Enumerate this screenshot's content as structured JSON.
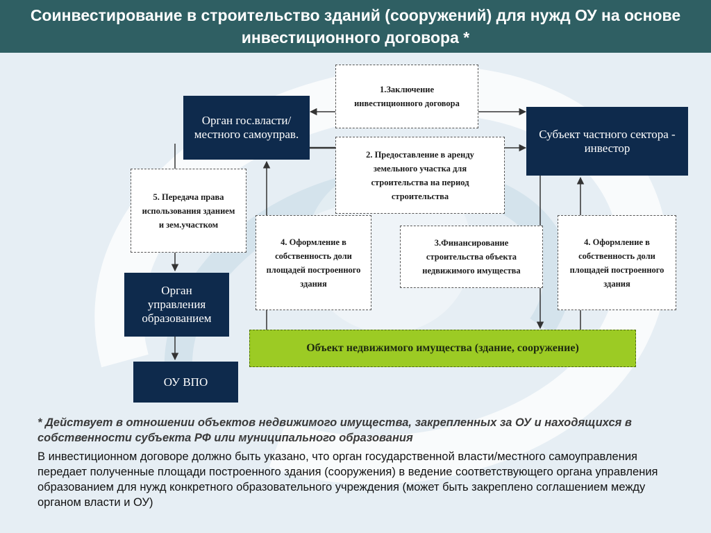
{
  "title": "Соинвестирование в строительство зданий (сооружений) для нужд ОУ на основе инвестиционного договора *",
  "nodes": {
    "organ_vlasti": "Орган гос.власти/местного самоуправ.",
    "investor": "Субъект частного сектора - инвестор",
    "step1": "1.Заключение инвестиционного договора",
    "step2": "2. Предоставление в аренду земельного участка для строительства на период строительства",
    "step5": "5. Передача права использования зданием и зем.участком",
    "step4_left": "4. Оформление в собственность доли площадей построенного здания",
    "step3": "3.Финансирование строительства объекта недвижимого имущества",
    "step4_right": "4. Оформление в собственность доли площадей построенного здания",
    "organ_upravleniya": "Орган управления образованием",
    "ou_vpo": "ОУ ВПО",
    "object": "Объект недвижимого имущества (здание, сооружение)"
  },
  "footnote": "* Действует в отношении объектов недвижимого имущества, закрепленных за ОУ и находящихся в собственности субъекта РФ или муниципального образования",
  "explanation": "В инвестиционном договоре должно быть указано, что орган государственной власти/местного самоуправления передает полученные площади построенного здания (сооружения) в ведение соответствующего органа управления образованием для нужд конкретного образовательного учреждения (может быть закреплено соглашением между органом власти и ОУ)",
  "colors": {
    "header_bg": "#2f5f63",
    "dark_box": "#0e2a4c",
    "object_box": "#9ccb24"
  }
}
